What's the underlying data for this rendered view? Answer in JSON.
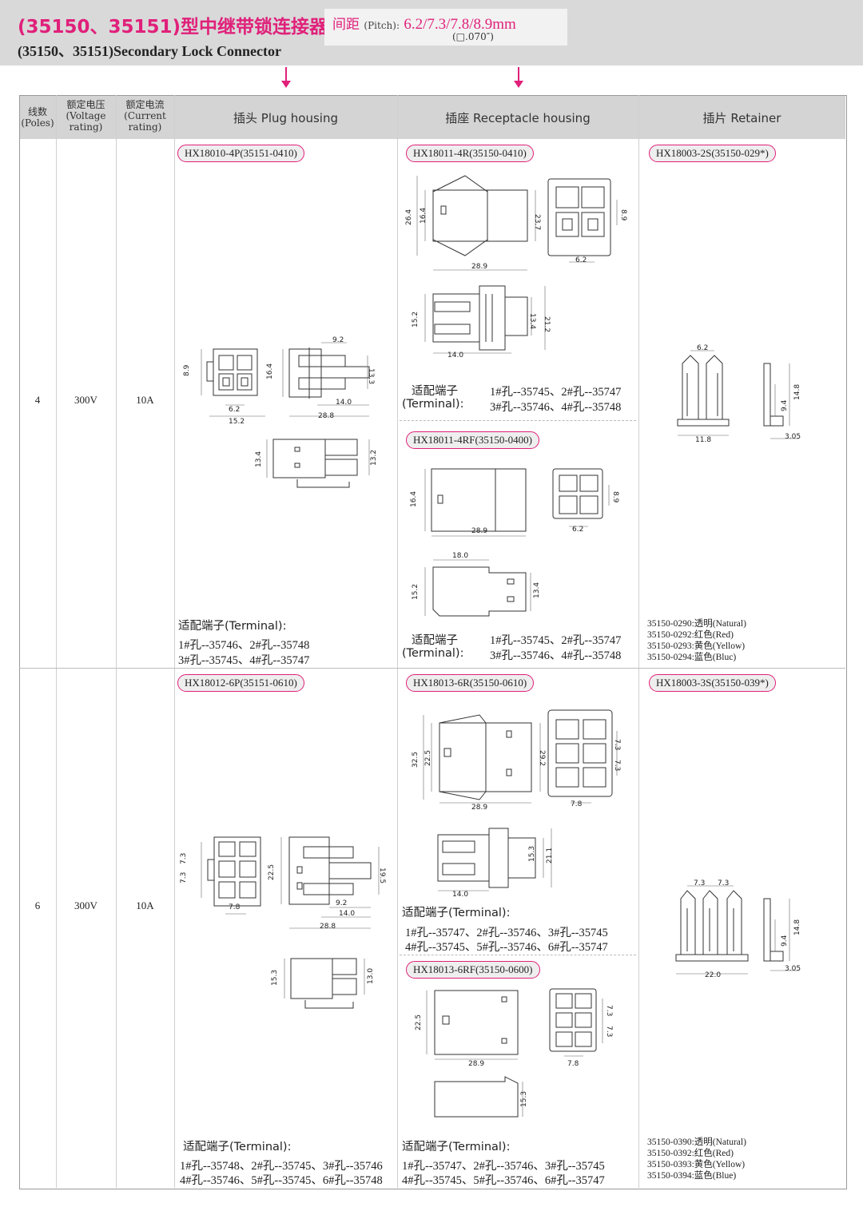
{
  "header": {
    "title_cn": "(35150、35151)型中继带锁连接器",
    "title_en": "(35150、35151)Secondary Lock Connector",
    "pitch_label": "间距",
    "pitch_sub_label": "(Pitch):",
    "pitch_value": "6.2/7.3/7.8/8.9mm",
    "pitch_inch": "(□.070″)"
  },
  "columns": {
    "poles": [
      "线数",
      "(Poles)"
    ],
    "voltage": [
      "额定电压",
      "(Voltage",
      "rating)"
    ],
    "current": [
      "额定电流",
      "(Current",
      "rating)"
    ],
    "plug": "插头 Plug housing",
    "receptacle": "插座 Receptacle housing",
    "retainer": "插片 Retainer"
  },
  "rows": [
    {
      "poles": "4",
      "voltage": "300V",
      "current": "10A",
      "plug": {
        "part": "HX18010-4P(35151-0410)",
        "terminal_title": "适配端子(Terminal):",
        "terminal_lines": [
          "1#孔--35746、2#孔--35748",
          "3#孔--35745、4#孔--35747"
        ],
        "dims": {
          "a": "9.2",
          "b": "8.9",
          "c": "16.4",
          "d": "13.3",
          "e": "6.2",
          "f": "14.0",
          "g": "15.2",
          "h": "28.8",
          "i": "13.4",
          "j": "13.2"
        }
      },
      "receptacle": {
        "part1": "HX18011-4R(35150-0410)",
        "dims1": {
          "a": "26.4",
          "b": "16.4",
          "c": "23.7",
          "d": "8.9",
          "e": "28.9",
          "f": "6.2",
          "g": "15.2",
          "h": "13.4",
          "i": "21.2",
          "j": "14.0"
        },
        "terminal1_title": "适配端子",
        "terminal1_sub": "(Terminal):",
        "terminal1_lines": [
          "1#孔--35745、2#孔--35747",
          "3#孔--35746、4#孔--35748"
        ],
        "part2": "HX18011-4RF(35150-0400)",
        "dims2": {
          "a": "16.4",
          "b": "8.9",
          "c": "28.9",
          "d": "6.2",
          "e": "18.0",
          "f": "15.2",
          "g": "13.4"
        },
        "terminal2_title": "适配端子",
        "terminal2_sub": "(Terminal):",
        "terminal2_lines": [
          "1#孔--35745、2#孔--35747",
          "3#孔--35746、4#孔--35748"
        ]
      },
      "retainer": {
        "part": "HX18003-2S(35150-029*)",
        "dims": {
          "a": "6.2",
          "b": "9.4",
          "c": "14.8",
          "d": "11.8",
          "e": "3.05"
        },
        "colors": [
          "35150-0290:透明(Natural)",
          "35150-0292:红色(Red)",
          "35150-0293:黄色(Yellow)",
          "35150-0294:蓝色(Bluc)"
        ]
      }
    },
    {
      "poles": "6",
      "voltage": "300V",
      "current": "10A",
      "plug": {
        "part": "HX18012-6P(35151-0610)",
        "terminal_title": "适配端子(Terminal):",
        "terminal_lines": [
          "1#孔--35748、2#孔--35745、3#孔--35746",
          "4#孔--35746、5#孔--35745、6#孔--35748"
        ],
        "dims": {
          "a": "7.3",
          "b": "7.3",
          "c": "22.5",
          "d": "19.5",
          "e": "7.8",
          "f": "9.2",
          "g": "14.0",
          "h": "28.8",
          "i": "15.3",
          "j": "13.0"
        }
      },
      "receptacle": {
        "part1": "HX18013-6R(35150-0610)",
        "dims1": {
          "a": "32.5",
          "b": "22.5",
          "c": "29.2",
          "d": "7.3",
          "e": "7.3",
          "f": "28.9",
          "g": "7.8",
          "h": "15.3",
          "i": "21.1",
          "j": "14.0"
        },
        "terminal1_title": "适配端子(Terminal):",
        "terminal1_lines": [
          "1#孔--35747、2#孔--35746、3#孔--35745",
          "4#孔--35745、5#孔--35746、6#孔--35747"
        ],
        "part2": "HX18013-6RF(35150-0600)",
        "dims2": {
          "a": "22.5",
          "b": "7.3",
          "c": "7.3",
          "d": "28.9",
          "e": "7.8",
          "f": "15.3"
        },
        "terminal2_title": "适配端子(Terminal):",
        "terminal2_lines": [
          "1#孔--35747、2#孔--35746、3#孔--35745",
          "4#孔--35745、5#孔--35746、6#孔--35747"
        ]
      },
      "retainer": {
        "part": "HX18003-3S(35150-039*)",
        "dims": {
          "a": "7.3",
          "b": "7.3",
          "c": "9.4",
          "d": "14.8",
          "e": "22.0",
          "f": "3.05"
        },
        "colors": [
          "35150-0390:透明(Natural)",
          "35150-0392:红色(Red)",
          "35150-0393:黄色(Yellow)",
          "35150-0394:蓝色(Blue)"
        ]
      }
    }
  ]
}
